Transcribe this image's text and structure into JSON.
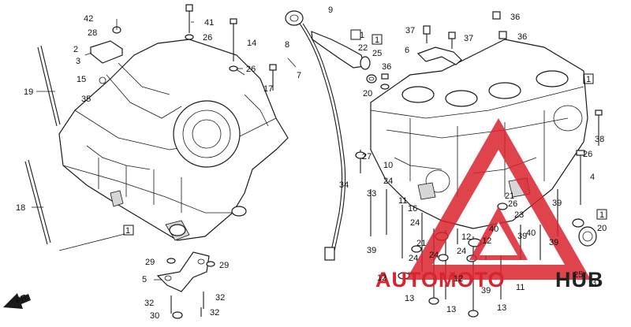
{
  "diagram": {
    "direction_label": "FR.",
    "callouts": [
      {
        "id": "c42",
        "text": "42"
      },
      {
        "id": "c28",
        "text": "28"
      },
      {
        "id": "c2",
        "text": "2"
      },
      {
        "id": "c3",
        "text": "3"
      },
      {
        "id": "c15",
        "text": "15"
      },
      {
        "id": "c19",
        "text": "19"
      },
      {
        "id": "c35",
        "text": "35"
      },
      {
        "id": "c41",
        "text": "41"
      },
      {
        "id": "c26a",
        "text": "26"
      },
      {
        "id": "c14",
        "text": "14"
      },
      {
        "id": "c26b",
        "text": "26"
      },
      {
        "id": "c17",
        "text": "17"
      },
      {
        "id": "c8",
        "text": "8"
      },
      {
        "id": "c7",
        "text": "7"
      },
      {
        "id": "c9",
        "text": "9"
      },
      {
        "id": "c1a",
        "text": "1"
      },
      {
        "id": "c1b",
        "text": "1"
      },
      {
        "id": "c22",
        "text": "22"
      },
      {
        "id": "c25",
        "text": "25"
      },
      {
        "id": "c36a",
        "text": "36"
      },
      {
        "id": "c20a",
        "text": "20"
      },
      {
        "id": "c37a",
        "text": "37"
      },
      {
        "id": "c37b",
        "text": "37"
      },
      {
        "id": "c36b",
        "text": "36"
      },
      {
        "id": "c36c",
        "text": "36"
      },
      {
        "id": "c6",
        "text": "6"
      },
      {
        "id": "c1c",
        "text": "1"
      },
      {
        "id": "c38",
        "text": "38"
      },
      {
        "id": "c26c",
        "text": "26"
      },
      {
        "id": "c4",
        "text": "4"
      },
      {
        "id": "c27",
        "text": "27"
      },
      {
        "id": "c10",
        "text": "10"
      },
      {
        "id": "c24a",
        "text": "24"
      },
      {
        "id": "c34",
        "text": "34"
      },
      {
        "id": "c33",
        "text": "33"
      },
      {
        "id": "c11",
        "text": "11"
      },
      {
        "id": "c16",
        "text": "16"
      },
      {
        "id": "c24b",
        "text": "24"
      },
      {
        "id": "c21a",
        "text": "21"
      },
      {
        "id": "c21b",
        "text": "21"
      },
      {
        "id": "c24c",
        "text": "24"
      },
      {
        "id": "c12a",
        "text": "12"
      },
      {
        "id": "c24d",
        "text": "24"
      },
      {
        "id": "c24e",
        "text": "24"
      },
      {
        "id": "c26d",
        "text": "26"
      },
      {
        "id": "c23",
        "text": "23"
      },
      {
        "id": "c40a",
        "text": "40"
      },
      {
        "id": "c40b",
        "text": "40"
      },
      {
        "id": "c39a",
        "text": "39"
      },
      {
        "id": "c39b",
        "text": "39"
      },
      {
        "id": "c39c",
        "text": "39"
      },
      {
        "id": "c1d",
        "text": "1"
      },
      {
        "id": "c20b",
        "text": "20"
      },
      {
        "id": "c25b",
        "text": "25"
      },
      {
        "id": "c31",
        "text": "31"
      },
      {
        "id": "c18",
        "text": "18"
      },
      {
        "id": "c1e",
        "text": "1"
      },
      {
        "id": "c29a",
        "text": "29"
      },
      {
        "id": "c29b",
        "text": "29"
      },
      {
        "id": "c5",
        "text": "5"
      },
      {
        "id": "c32a",
        "text": "32"
      },
      {
        "id": "c32b",
        "text": "32"
      },
      {
        "id": "c32c",
        "text": "32"
      },
      {
        "id": "c30",
        "text": "30"
      },
      {
        "id": "c39d",
        "text": "39"
      },
      {
        "id": "c12b",
        "text": "12"
      },
      {
        "id": "c13a",
        "text": "13"
      },
      {
        "id": "c13b",
        "text": "13"
      },
      {
        "id": "c12c",
        "text": "12"
      },
      {
        "id": "c39e",
        "text": "39"
      },
      {
        "id": "c11b",
        "text": "11"
      },
      {
        "id": "c12d",
        "text": "12"
      },
      {
        "id": "c13c",
        "text": "13"
      }
    ]
  },
  "watermark": {
    "text_red": "AUTOMOTO",
    "text_dark": "HUB",
    "color_red": "#d9232e",
    "color_dark": "#222222",
    "icon": "triangle-logo-icon"
  }
}
